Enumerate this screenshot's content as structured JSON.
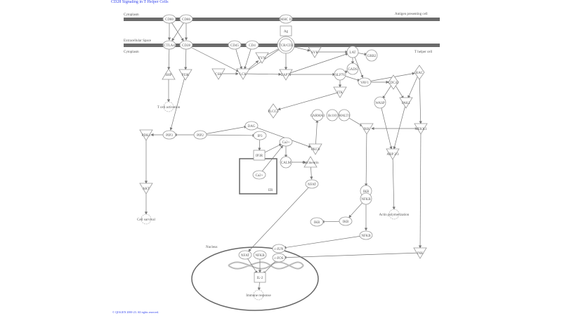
{
  "title": "CD28 Signaling in T Helper Cells",
  "footer": "© QIAGEN 2000-23. All rights reserved.",
  "colors": {
    "membrane": "#6b6b6b",
    "node_stroke": "#999999",
    "edge": "#777777",
    "title": "#3344ee"
  },
  "compartments": {
    "cytoplasm_top": "Cytoplasm",
    "apc": "Antigen presenting cell",
    "extracellular": "Extracellular Space",
    "cytoplasm": "Cytoplasm",
    "th": "T helper cell",
    "er": "ER",
    "nucleus": "Nucleus"
  },
  "nodes": {
    "cd80": "CD80",
    "cd86": "CD86",
    "ctla4": "CTLA4",
    "cd28": "CD28",
    "mhc": "MHC II",
    "ag": "Ag",
    "tcr": "TCR/CD3",
    "cd45": "CD45",
    "cd4": "CD4",
    "fyn": "FYN",
    "shp": "SHP",
    "pi3k": "PI3K",
    "csk": "CSK",
    "lck": "LCK",
    "zap70": "ZAP70",
    "syk": "SYK",
    "lat": "LAT",
    "grb2": "GRB2",
    "gads": "GADS",
    "slp76": "SLP76",
    "vav1": "VAV1",
    "cdc42": "CDC42",
    "rac": "RAC",
    "itk": "ITK",
    "wasp": "WASP",
    "pak1": "PAK1",
    "plcg1": "PLCG1",
    "carma1": "CARMA1",
    "bcl10": "Bcl10",
    "malt1": "MALT1",
    "ikk": "IKK",
    "mekk1": "MEKK1",
    "tact": "T cell activation",
    "pdk1": "PDK1",
    "pip3": "PIP3",
    "pip2": "PIP2",
    "dag": "DAG",
    "ip3": "IP3",
    "ca": "Ca2+",
    "ip3r": "IP3R",
    "caer": "Ca2+",
    "calm": "CALM",
    "calcineurin": "Calcineurin",
    "pkc": "PKCθ",
    "nfat": "NFAT",
    "akt": "AKT",
    "surv": "Cell survival",
    "ikbnfkb1": "IKB",
    "ikbnfkb2": "NFKB",
    "arp": "ARP 2/3",
    "actin": "Actin polymerization",
    "ikb": "IKB",
    "ikbdeg": "IKB",
    "nfkb": "NFKB",
    "jnk": "JNK",
    "nnfat": "NFAT",
    "nnfkb": "NFKB",
    "cjun": "c-JUN",
    "cfos": "c-FOS",
    "il2": "IL-2",
    "immune": "Immune response"
  }
}
